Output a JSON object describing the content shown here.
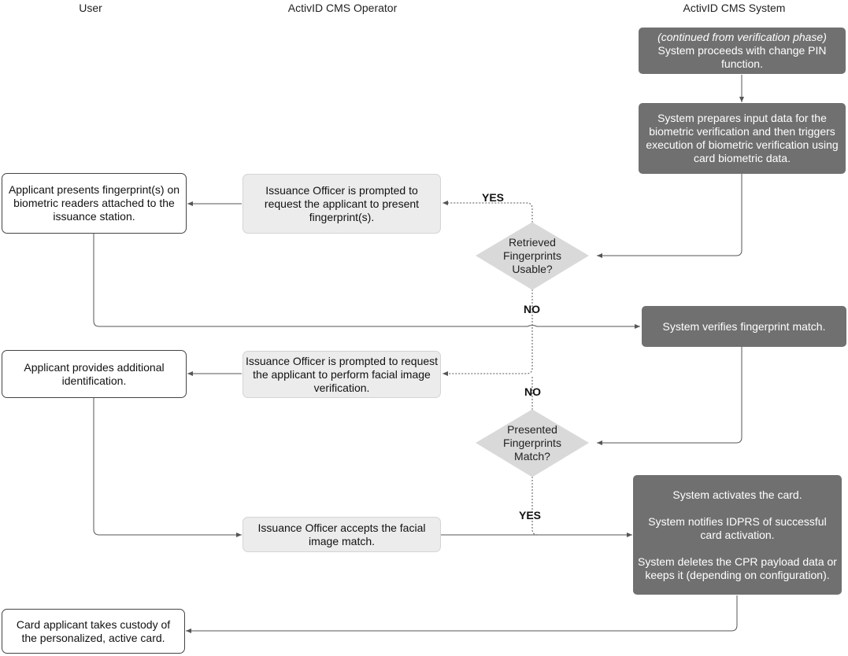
{
  "lanes": {
    "user": "User",
    "operator": "ActivID CMS Operator",
    "system": "ActivID CMS System"
  },
  "system": {
    "continued_note": "(continued from verification phase)",
    "continued_text": "System proceeds with change PIN function.",
    "prepares": "System prepares input data for the biometric verification and then triggers execution of biometric verification using card biometric data.",
    "verifies": "System verifies fingerprint match.",
    "activates": "System activates the card.",
    "notifies": "System notifies IDPRS of successful card activation.",
    "deletes": "System deletes the CPR payload data or keeps it (depending on configuration)."
  },
  "operator": {
    "present_fp": "Issuance Officer is prompted to request the applicant to present fingerprint(s).",
    "facial": "Issuance Officer is prompted to request the applicant to perform facial image verification.",
    "accepts": "Issuance Officer accepts the facial image match."
  },
  "user": {
    "presents": "Applicant presents fingerprint(s) on biometric readers attached to the issuance station.",
    "provides": "Applicant provides additional identification.",
    "custody": "Card applicant takes custody of the personalized, active card."
  },
  "decisions": {
    "retrieved": "Retrieved Fingerprints Usable?",
    "presented": "Presented Fingerprints Match?"
  },
  "labels": {
    "yes1": "YES",
    "no1": "NO",
    "no2": "NO",
    "yes2": "YES"
  },
  "colors": {
    "system_box": "#707070",
    "operator_box": "#ececec",
    "decision": "#d9d9d9",
    "connector": "#555555"
  }
}
